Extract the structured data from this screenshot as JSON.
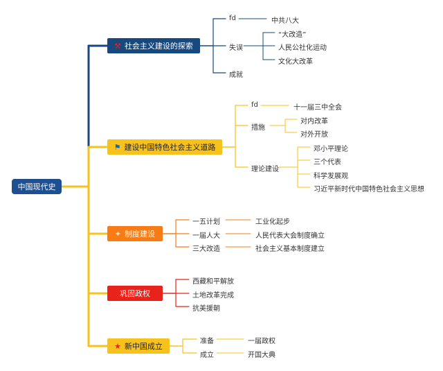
{
  "root": {
    "label": "中国现代史"
  },
  "branches": [
    {
      "label": "社会主义建设的探索",
      "icon": "crossed-hammer-icon",
      "color": "#17487e",
      "children": [
        {
          "label": "fd",
          "children": [
            {
              "label": "中共八大"
            }
          ]
        },
        {
          "label": "失误",
          "children": [
            {
              "label": "“大改造”"
            },
            {
              "label": "人民公社化运动"
            },
            {
              "label": "文化大改革"
            }
          ]
        },
        {
          "label": "成就",
          "children": []
        }
      ]
    },
    {
      "label": "建设中国特色社会主义道路",
      "icon": "flag-icon",
      "color": "#f7c21b",
      "children": [
        {
          "label": "fd",
          "children": [
            {
              "label": "十一届三中全会"
            }
          ]
        },
        {
          "label": "措施",
          "children": [
            {
              "label": "对内改革"
            },
            {
              "label": "对外开放"
            }
          ]
        },
        {
          "label": "理论建设",
          "children": [
            {
              "label": "邓小平理论"
            },
            {
              "label": "三个代表"
            },
            {
              "label": "科学发展观"
            },
            {
              "label": "习近平新时代中国特色社会主义思想"
            }
          ]
        }
      ]
    },
    {
      "label": "制度建设",
      "icon": "handshake-icon",
      "color": "#f77c16",
      "children": [
        {
          "label": "一五计划",
          "children": [
            {
              "label": "工业化起步"
            }
          ]
        },
        {
          "label": "一届人大",
          "children": [
            {
              "label": "人民代表大会制度确立"
            }
          ]
        },
        {
          "label": "三大改造",
          "children": [
            {
              "label": "社会主义基本制度建立"
            }
          ]
        }
      ]
    },
    {
      "label": "巩固政权",
      "icon": "",
      "color": "#e8231b",
      "children": [
        {
          "label": "西藏和平解放",
          "children": []
        },
        {
          "label": "土地改革完成",
          "children": []
        },
        {
          "label": "抗美援朝",
          "children": []
        }
      ]
    },
    {
      "label": "新中国成立",
      "icon": "star-icon",
      "color": "#f7c21b",
      "children": [
        {
          "label": "准备",
          "children": [
            {
              "label": "一届政权"
            }
          ]
        },
        {
          "label": "成立",
          "children": [
            {
              "label": "开国大典"
            }
          ]
        }
      ]
    }
  ]
}
